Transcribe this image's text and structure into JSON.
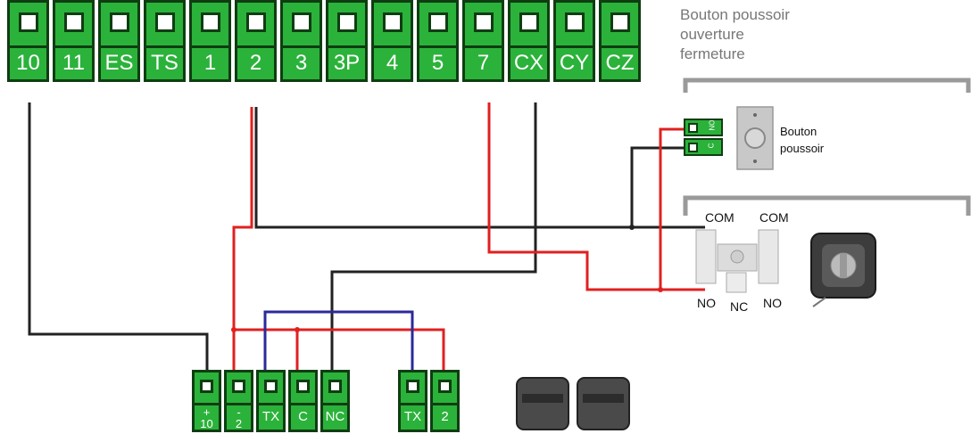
{
  "main_terminals": [
    "10",
    "11",
    "ES",
    "TS",
    "1",
    "2",
    "3",
    "3P",
    "4",
    "5",
    "7",
    "CX",
    "CY",
    "CZ"
  ],
  "bottom_left_terminals": [
    {
      "line1": "+",
      "line2": "10"
    },
    {
      "line1": "-",
      "line2": "2"
    },
    {
      "line1": "TX",
      "line2": ""
    },
    {
      "line1": "C",
      "line2": ""
    },
    {
      "line1": "NC",
      "line2": ""
    }
  ],
  "bottom_right_terminals": [
    "TX",
    "2"
  ],
  "pushbutton_section": {
    "title_line1": "Bouton poussoir",
    "title_line2": "ouverture",
    "title_line3": "fermeture"
  },
  "pushbutton": {
    "label_line1": "Bouton",
    "label_line2": "poussoir",
    "terminal_no": "NO",
    "terminal_c": "C"
  },
  "key_switch": {
    "com_left": "COM",
    "com_right": "COM",
    "no_left": "NO",
    "nc": "NC",
    "no_right": "NO"
  },
  "colors": {
    "terminal_green": "#2bb23a",
    "wire_black": "#222222",
    "wire_red": "#e02020",
    "wire_blue": "#2a2a9a",
    "section_gray": "#9a9a9a"
  }
}
